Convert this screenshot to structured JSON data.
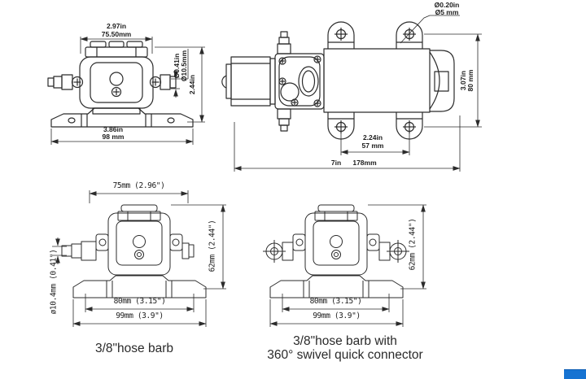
{
  "page": {
    "background": "#ffffff"
  },
  "colors": {
    "line": "#2b2b2b",
    "accent_corner": "#1673d2"
  },
  "views": {
    "front": {
      "dim_width_top_in": "2.97in",
      "dim_width_top_mm": "75.50mm",
      "dim_port_dia_in": "Ø0.41in",
      "dim_port_dia_mm": "Ø10.5mm",
      "dim_height": "2.44in",
      "dim_width_base_in": "3.86in",
      "dim_width_base_mm": "98 mm"
    },
    "top": {
      "dim_hole_dia_in": "Ø0.20in",
      "dim_hole_dia_mm": "Ø5 mm",
      "dim_height_in": "3.07in",
      "dim_height_mm": "80 mm",
      "dim_hole_spacing_in": "2.24in",
      "dim_hole_spacing_mm": "57 mm",
      "dim_length_in": "7in",
      "dim_length_mm": "178mm"
    },
    "barb": {
      "dim_width": "75mm (2.96\")",
      "dim_height": "62mm (2.44\")",
      "dim_port_dia": "ø10.4mm (0.41\")",
      "dim_bolt_spacing": "80mm (3.15\")",
      "dim_base_width": "99mm (3.9\")",
      "caption": "3/8\"hose barb"
    },
    "swivel": {
      "dim_height": "62mm (2.44\")",
      "dim_bolt_spacing": "80mm (3.15\")",
      "dim_base_width": "99mm (3.9\")",
      "caption_line1": "3/8\"hose barb with",
      "caption_line2": "360° swivel quick connector"
    }
  }
}
